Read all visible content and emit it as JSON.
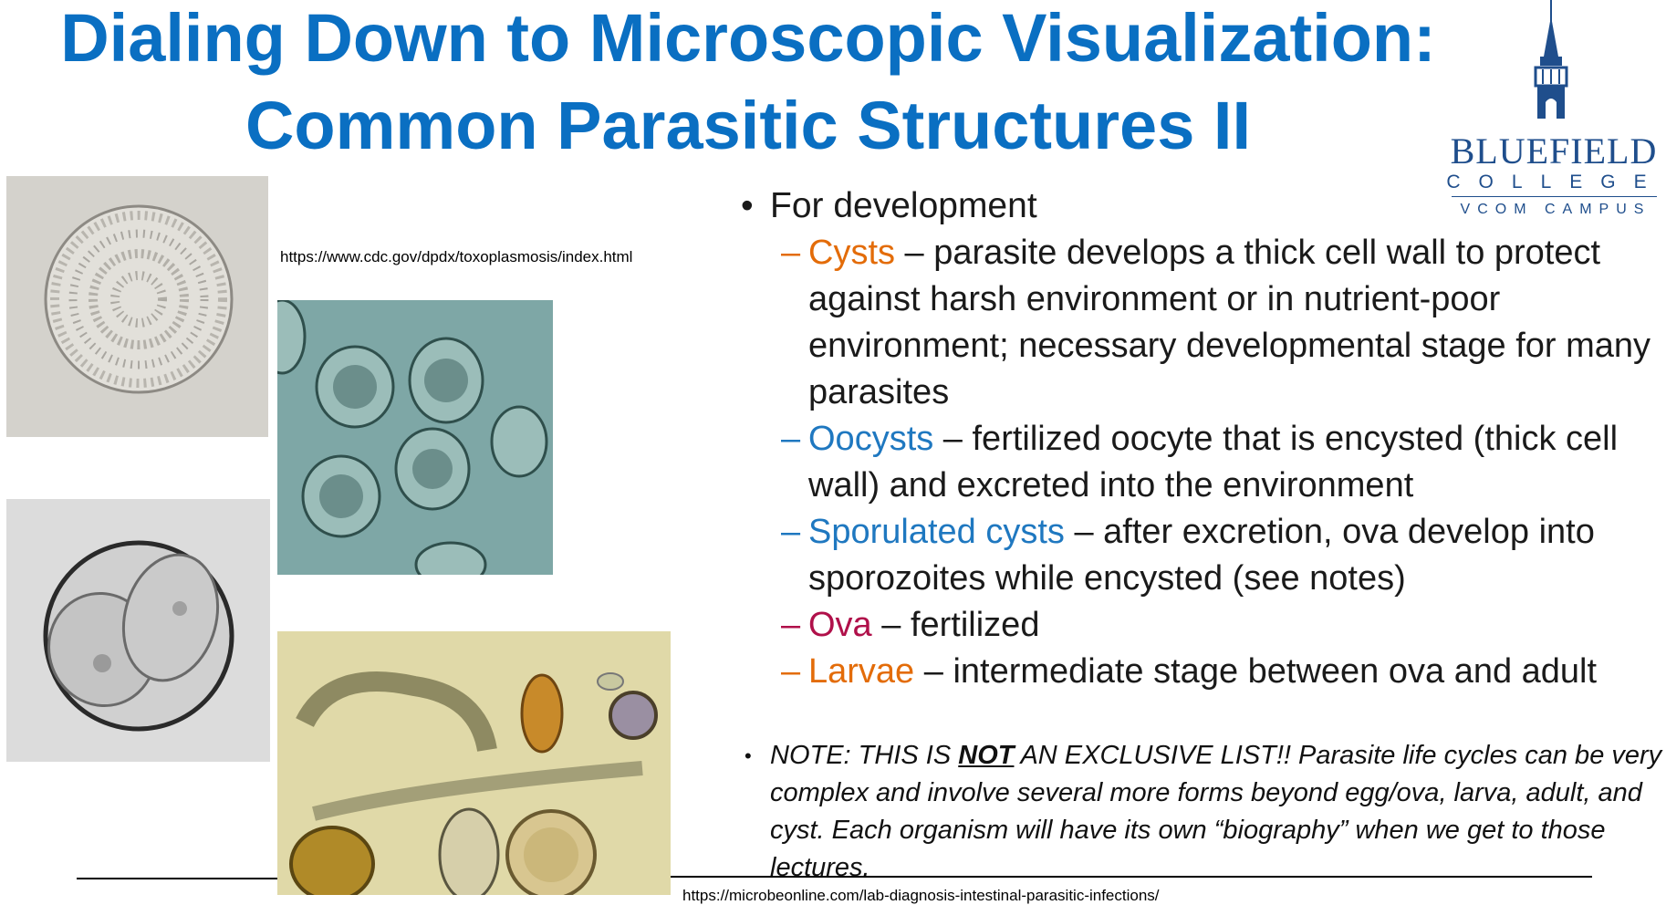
{
  "title": {
    "line1": "Dialing Down to Microscopic Visualization:",
    "line2": "Common Parasitic Structures II"
  },
  "logo": {
    "name": "BLUEFIELD",
    "sub1": "COLLEGE",
    "sub2": "VCOM CAMPUS"
  },
  "captions": {
    "cdc": "https://www.cdc.gov/dpdx/toxoplasmosis/index.html",
    "microbe": "https://microbeonline.com/lab-diagnosis-intestinal-parasitic-infections/"
  },
  "bullets": {
    "main": "For development",
    "dash": "–",
    "items": [
      {
        "term": "Cysts",
        "text": " – parasite develops a thick cell wall to protect against harsh environment or in nutrient-poor environment; necessary developmental stage for many parasites"
      },
      {
        "term": "Oocysts",
        "text": " – fertilized oocyte that is encysted (thick cell wall) and excreted into the environment"
      },
      {
        "term": "Sporulated cysts",
        "text": " – after excretion, ova develop into sporozoites while encysted (see notes)"
      },
      {
        "term": "Ova",
        "text": " – fertilized"
      },
      {
        "term": "Larvae",
        "text": " – intermediate stage between ova and adult"
      }
    ]
  },
  "note": {
    "prefix": "NOTE: THIS IS ",
    "emph": "NOT",
    "suffix": " AN EXCLUSIVE LIST!! Parasite life cycles can be very complex and involve several more forms beyond egg/ova, larva, adult, and cyst. Each organism will have its own “biography” when we get to those lectures."
  },
  "colors": {
    "title": "#0a6fc2",
    "cysts": "#e36c09",
    "oocysts": "#1f78c0",
    "sporulated": "#1f78c0",
    "ova": "#b0104a",
    "larvae": "#e36c09"
  },
  "icons": [
    "chapel-tower-icon"
  ]
}
